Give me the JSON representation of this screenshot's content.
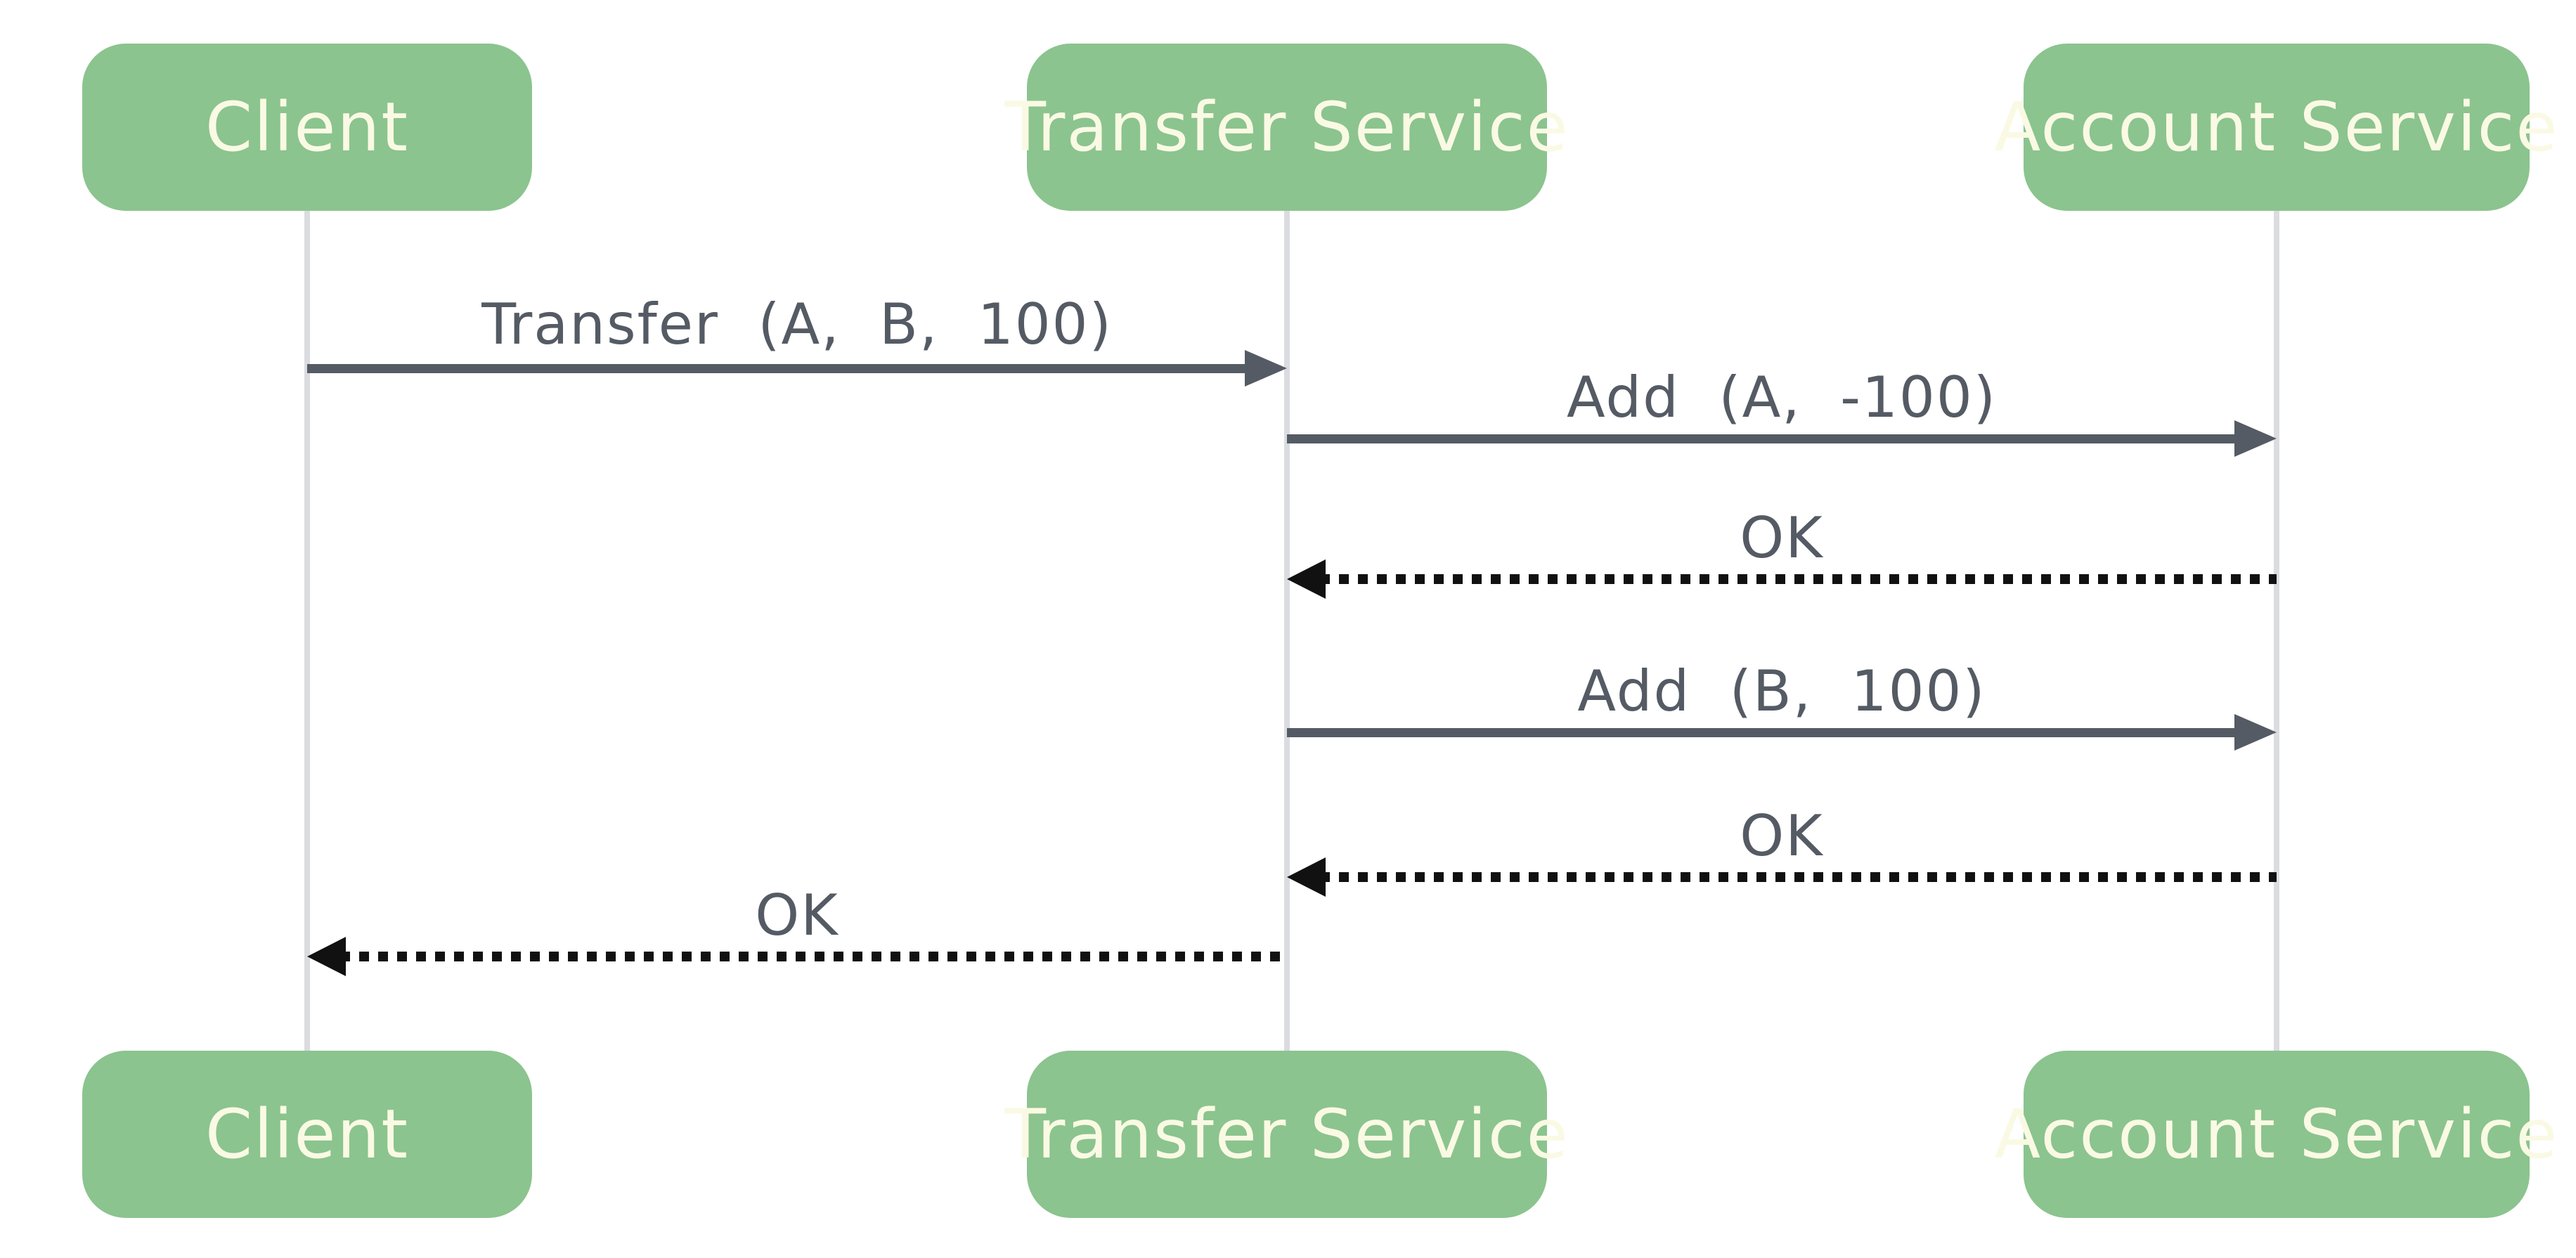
{
  "diagram": {
    "type": "sequence-diagram",
    "background": "#ffffff",
    "colors": {
      "actor_fill": "#8bc48e",
      "actor_text": "#fafae4",
      "message_text": "#555b64",
      "solid_arrow": "#555b64",
      "dotted_arrow": "#111111",
      "lifeline": "#dadce0"
    },
    "actors": [
      {
        "name": "Client"
      },
      {
        "name": "Transfer Service"
      },
      {
        "name": "Account Service"
      }
    ],
    "messages": [
      {
        "from": "Client",
        "to": "Transfer Service",
        "label": "Transfer (A, B, 100)",
        "style": "solid"
      },
      {
        "from": "Transfer Service",
        "to": "Account Service",
        "label": "Add (A, -100)",
        "style": "solid"
      },
      {
        "from": "Account Service",
        "to": "Transfer Service",
        "label": "OK",
        "style": "dotted"
      },
      {
        "from": "Transfer Service",
        "to": "Account Service",
        "label": "Add (B, 100)",
        "style": "solid"
      },
      {
        "from": "Account Service",
        "to": "Transfer Service",
        "label": "OK",
        "style": "dotted"
      },
      {
        "from": "Transfer Service",
        "to": "Client",
        "label": "OK",
        "style": "dotted"
      }
    ]
  }
}
